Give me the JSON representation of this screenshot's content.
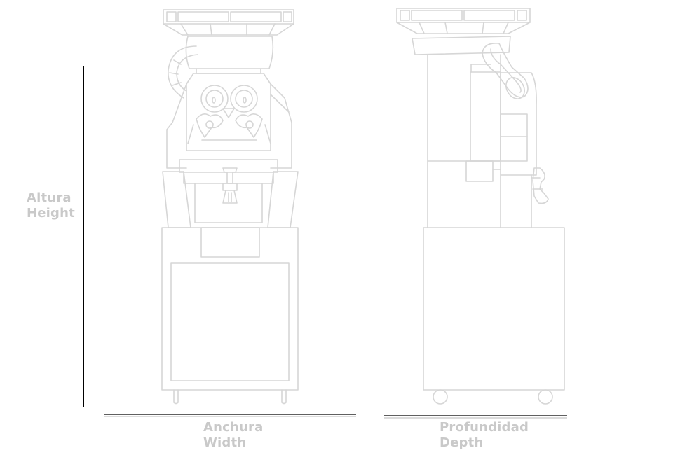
{
  "dimensions": {
    "height": {
      "es": "Altura",
      "en": "Height"
    },
    "width": {
      "es": "Anchura",
      "en": "Width"
    },
    "depth": {
      "es": "Profundidad",
      "en": "Depth"
    }
  },
  "colors": {
    "outline": "#d6d6d6",
    "label": "#c9c9c9",
    "measure_line": "#000000"
  }
}
